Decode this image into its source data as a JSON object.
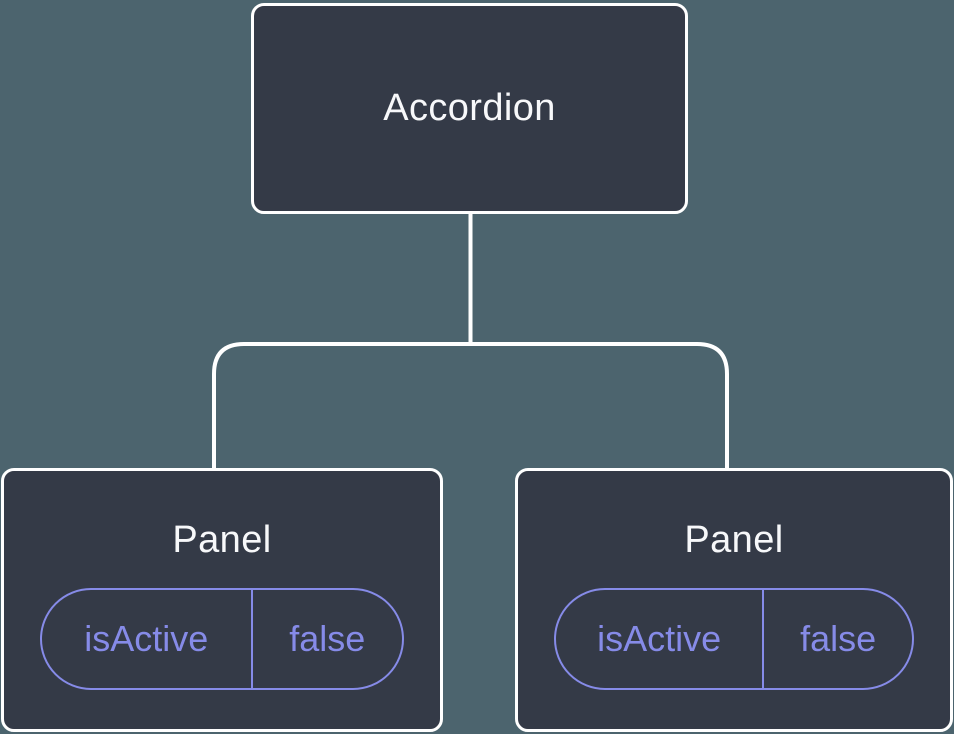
{
  "tree": {
    "root": {
      "label": "Accordion",
      "children": [
        {
          "label": "Panel",
          "state": {
            "name": "isActive",
            "value": "false"
          }
        },
        {
          "label": "Panel",
          "state": {
            "name": "isActive",
            "value": "false"
          }
        }
      ]
    }
  },
  "colors": {
    "background": "#4C646E",
    "node_fill": "#343A47",
    "node_border": "#FFFFFF",
    "node_text": "#F7F8FA",
    "state_accent": "#868BE8",
    "connector": "#FFFFFF"
  }
}
